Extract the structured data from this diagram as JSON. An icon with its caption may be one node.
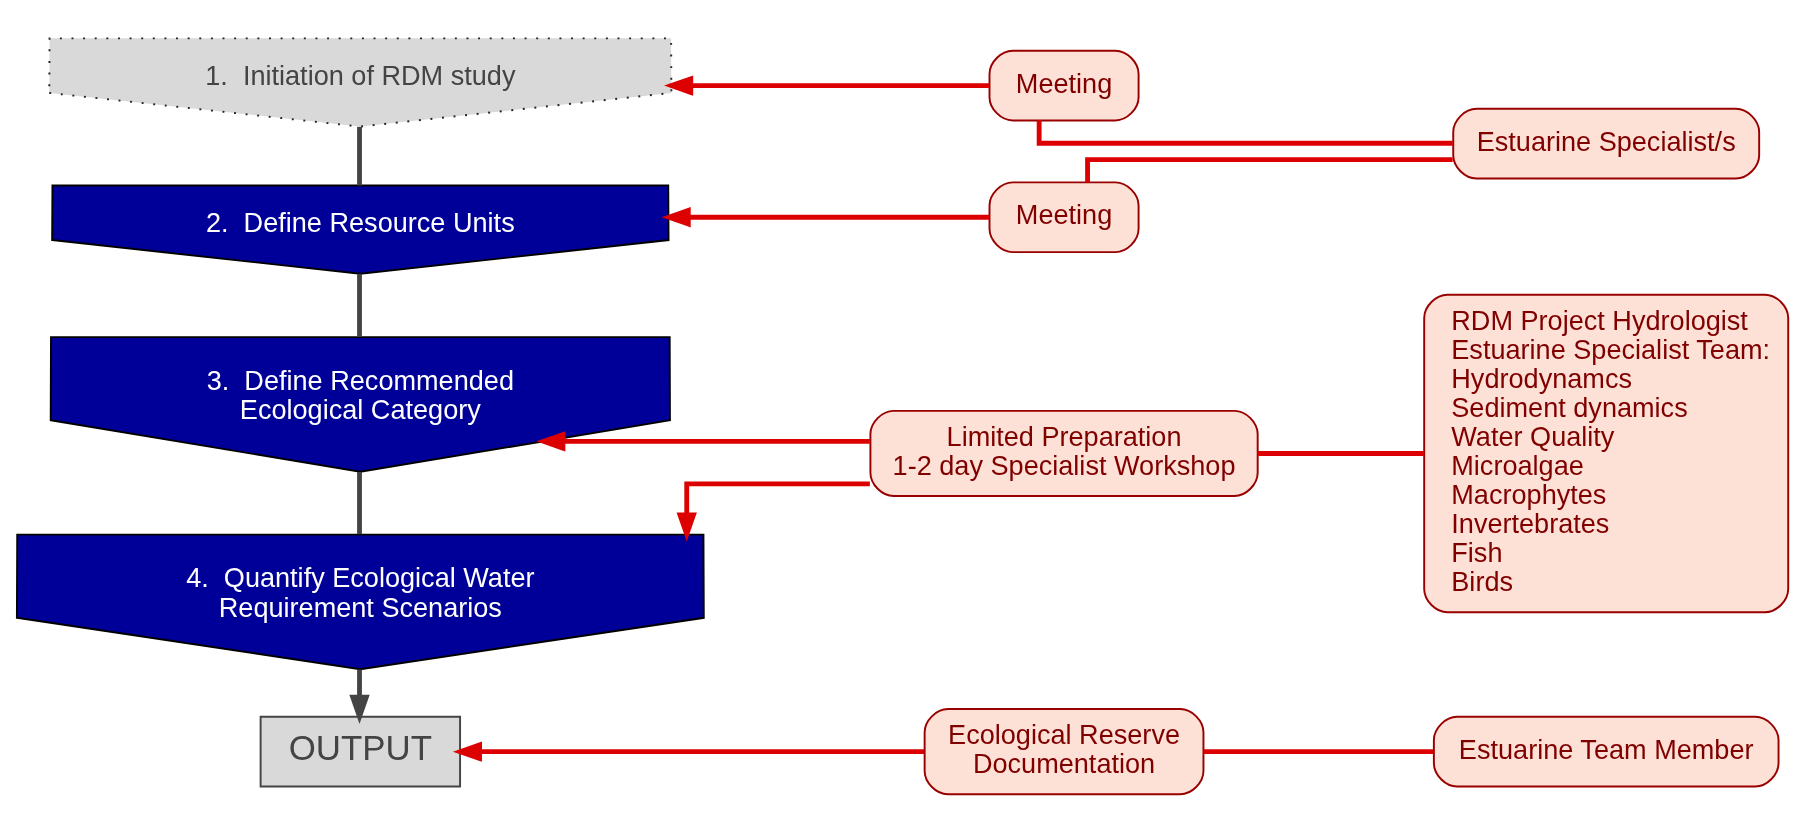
{
  "diagram": {
    "nodes": [
      {
        "text": [
          "1.  Initiation of RDM study"
        ]
      },
      {
        "text": [
          "2.  Define Resource Units"
        ]
      },
      {
        "text": [
          "3.  Define Recommended Ecological Category"
        ]
      },
      {
        "text": [
          "4.  Quantify Ecological Water Requirement Scenarios"
        ]
      },
      {
        "text": [
          "OUTPUT"
        ]
      },
      {
        "text": [
          "Meeting"
        ]
      },
      {
        "text": [
          "Estuarine Specialist/s"
        ]
      },
      {
        "text": [
          "Meeting"
        ]
      },
      {
        "text": [
          "Limited Preparation",
          "1-2 day Specialist Workshop"
        ]
      },
      {
        "text": [
          "RDM Project Hydrologist",
          "Estuarine Specialist Team:",
          "Hydrodynamcs",
          "Sediment dynamics",
          "Water Quality",
          "Microalgae",
          "Macrophytes",
          "Invertebrates",
          "Fish",
          "Birds"
        ]
      },
      {
        "text": [
          "Ecological Reserve Documentation"
        ]
      },
      {
        "text": [
          "Estuarine Team Member"
        ]
      }
    ],
    "edges": [
      {
        "from": 0,
        "to": 1,
        "arrow": "none",
        "color": "#444444"
      },
      {
        "from": 1,
        "to": 2,
        "arrow": "none",
        "color": "#444444"
      },
      {
        "from": 2,
        "to": 3,
        "arrow": "none",
        "color": "#444444"
      },
      {
        "from": 3,
        "to": 4,
        "arrow": "to",
        "color": "#444444"
      },
      {
        "from": 6,
        "to": 5,
        "arrow": "none"
      },
      {
        "from": 5,
        "to": 0,
        "arrow": "to"
      },
      {
        "from": 6,
        "to": 7,
        "arrow": "none"
      },
      {
        "from": 7,
        "to": 1,
        "arrow": "to"
      },
      {
        "from": 9,
        "to": 8,
        "arrow": "none"
      },
      {
        "from": 8,
        "to": 2,
        "arrow": "to"
      },
      {
        "from": 8,
        "to": 3,
        "arrow": "to"
      },
      {
        "from": 11,
        "to": 10,
        "arrow": "none"
      },
      {
        "from": 10,
        "to": 4,
        "arrow": "to"
      }
    ]
  }
}
